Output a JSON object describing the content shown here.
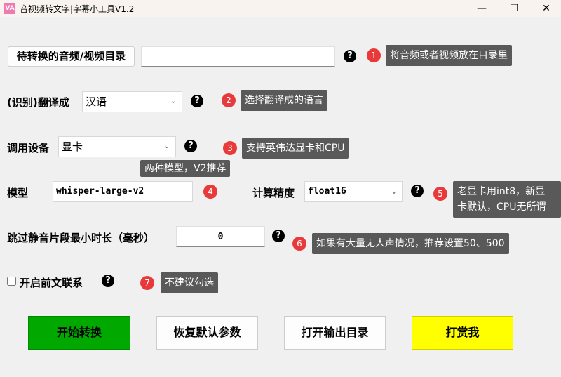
{
  "window": {
    "title": "音视频转文字|字幕小工具V1.2",
    "logo": "VA",
    "minimize": "—",
    "maximize": "☐",
    "close": "✕"
  },
  "dir": {
    "button": "待转换的音频/视频目录",
    "value": "",
    "tip_num": "1",
    "tip": "将音频或者视频放在目录里"
  },
  "translate": {
    "label": "(识别)翻译成",
    "value": "汉语",
    "tip_num": "2",
    "tip": "选择翻译成的语言"
  },
  "device": {
    "label": "调用设备",
    "value": "显卡",
    "tip_num": "3",
    "tip": "支持英伟达显卡和CPU"
  },
  "model": {
    "label": "模型",
    "value": "whisper-large-v2",
    "tip_num": "4",
    "tip": "两种模型，V2推荐"
  },
  "precision": {
    "label": "计算精度",
    "value": "float16",
    "tip_num": "5",
    "tip_line1": "老显卡用int8，新显",
    "tip_line2": "卡默认，CPU无所谓"
  },
  "silence": {
    "label": "跳过静音片段最小时长（毫秒）",
    "value": "0",
    "tip_num": "6",
    "tip": "如果有大量无人声情况，推荐设置50、500"
  },
  "context": {
    "label": "开启前文联系",
    "checked": false,
    "tip_num": "7",
    "tip": "不建议勾选"
  },
  "help": "?",
  "chev": "⌄",
  "buttons": {
    "start": "开始转换",
    "reset": "恢复默认参数",
    "open": "打开输出目录",
    "donate": "打赏我"
  },
  "colors": {
    "start": "#00a800",
    "donate": "#ffff00",
    "badge": "#e83a3a",
    "tooltip": "#595959"
  }
}
